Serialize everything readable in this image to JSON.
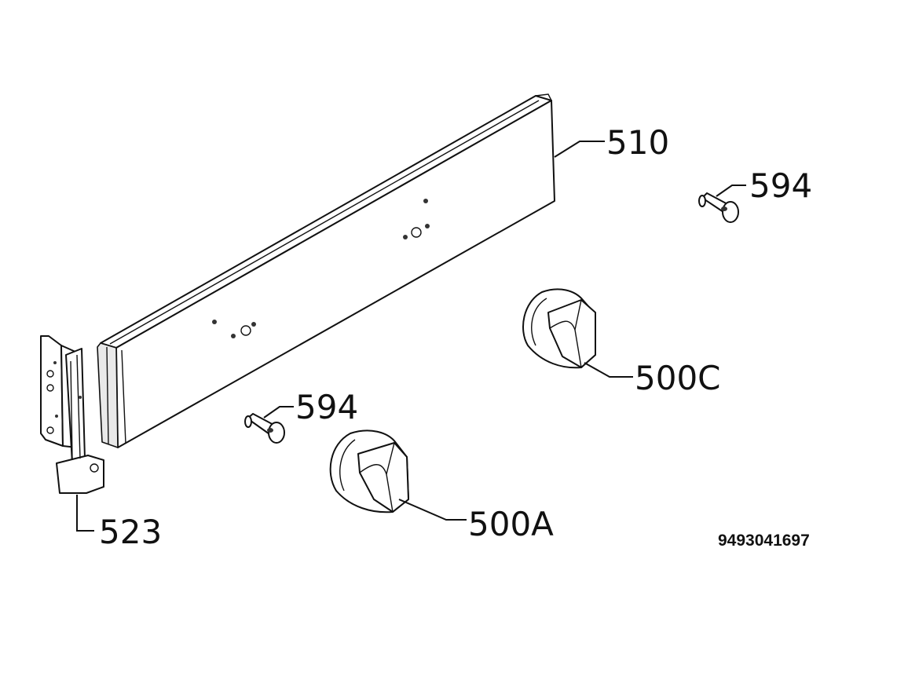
{
  "callouts": {
    "panel": "510",
    "screw_right": "594",
    "screw_left": "594",
    "knob_right": "500C",
    "knob_left": "500A",
    "bracket": "523"
  },
  "document_number": "9493041697"
}
